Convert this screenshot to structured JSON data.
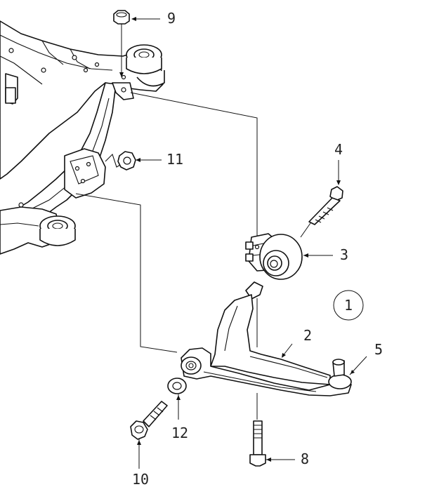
{
  "diagram": {
    "callouts": {
      "c1": "1",
      "c2": "2",
      "c3": "3",
      "c4": "4",
      "c5": "5",
      "c8": "8",
      "c9": "9",
      "c10": "10",
      "c11": "11",
      "c12": "12"
    },
    "colors": {
      "line": "#111111",
      "background": "#ffffff"
    }
  }
}
